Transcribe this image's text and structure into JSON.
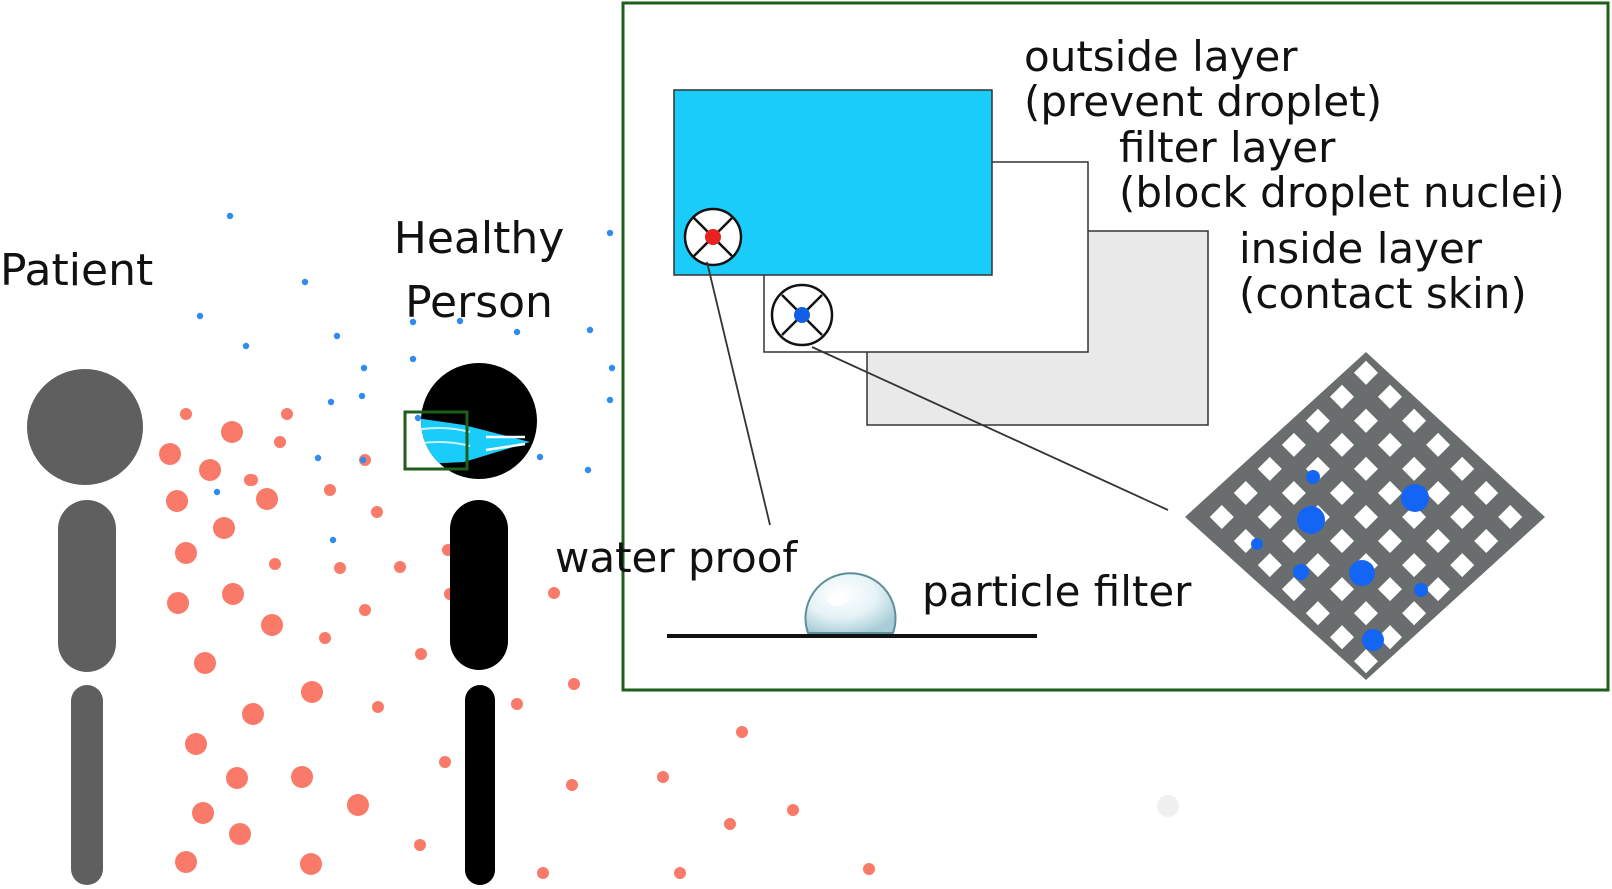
{
  "labels": {
    "patient": "Patient",
    "healthy_line1": "Healthy",
    "healthy_line2": "Person",
    "outside_layer_line1": "outside layer",
    "outside_layer_line2": "(prevent droplet)",
    "filter_layer_line1": "filter layer",
    "filter_layer_line2": "(block droplet nuclei)",
    "inside_layer_line1": "inside layer",
    "inside_layer_line2": "(contact skin)",
    "water_proof": "water proof",
    "particle_filter": "particle filter"
  },
  "colors": {
    "patient_figure": "#5f5f5f",
    "healthy_figure": "#000000",
    "mask": "#19ccf9",
    "droplet_large": "#f97a68",
    "droplet_nuclei": "#2e8cf0",
    "inset_border": "#1e5e1a",
    "outside_layer": "#19ccf9",
    "filter_layer": "#ffffff",
    "inside_layer": "#e9e9e9",
    "marker_red": "#e82121",
    "marker_blue": "#1060e6",
    "mesh": "#6a6d6d",
    "trapped_particles": "#1565f4"
  }
}
